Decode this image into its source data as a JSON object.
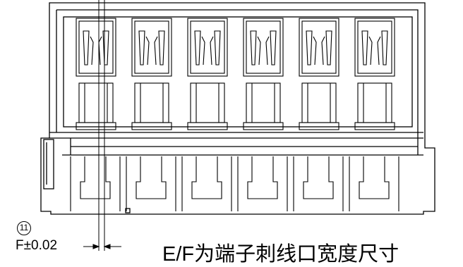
{
  "annotations": {
    "note_number": "11",
    "tolerance_label": "F±0.02",
    "caption": "E/F为端子刺线口宽度尺寸"
  },
  "connector": {
    "terminal_count": 6
  }
}
